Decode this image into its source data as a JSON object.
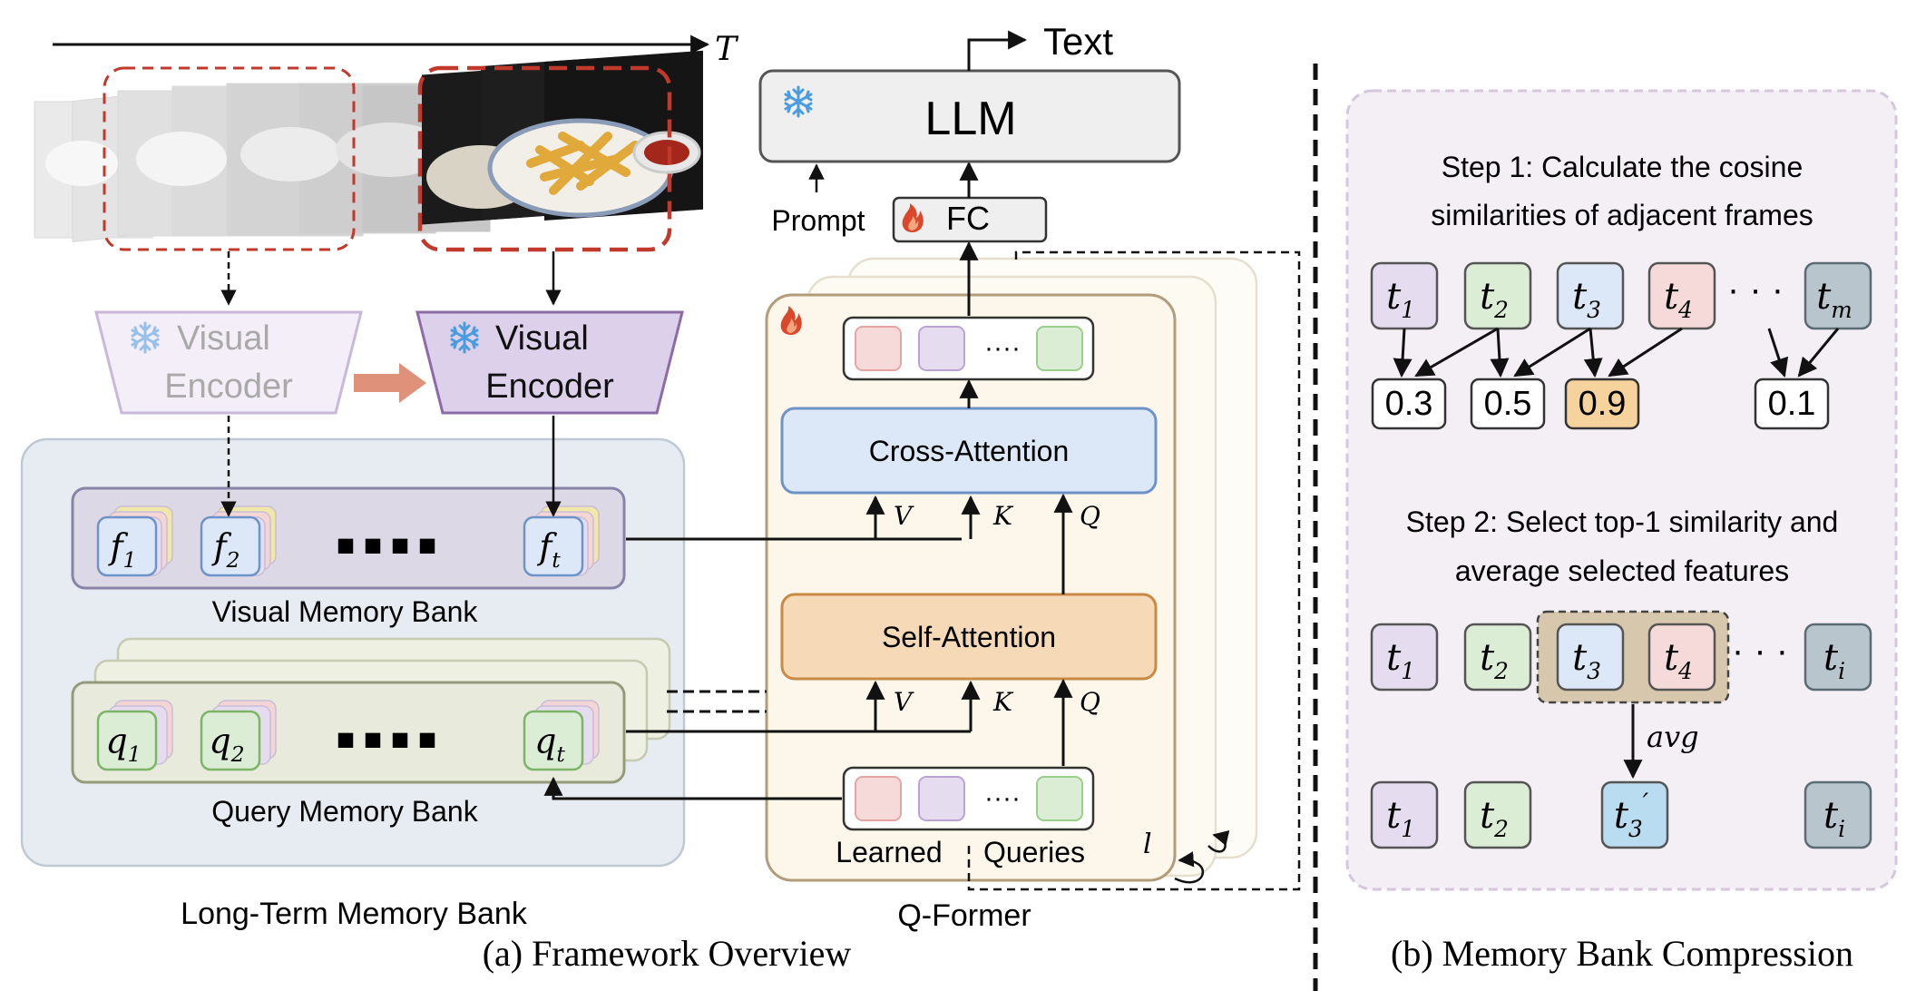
{
  "timeline": {
    "axis_label": "T"
  },
  "llm": {
    "label": "LLM",
    "output_label": "Text",
    "prompt_label": "Prompt"
  },
  "fc": {
    "label": "FC"
  },
  "encoders": {
    "frozen_label_1": "Visual",
    "frozen_label_2": "Encoder",
    "active_label_1": "Visual",
    "active_label_2": "Encoder"
  },
  "visual_bank": {
    "label": "Visual Memory Bank",
    "items": [
      "f",
      "f",
      "f"
    ],
    "subs": [
      "1",
      "2",
      "t"
    ],
    "ellipsis": "■ ■ ■ ■"
  },
  "query_bank": {
    "label": "Query Memory Bank",
    "items": [
      "q",
      "q",
      "q"
    ],
    "subs": [
      "1",
      "2",
      "t"
    ],
    "ellipsis": "■ ■ ■ ■"
  },
  "long_term": {
    "label": "Long-Term Memory Bank"
  },
  "qformer": {
    "label": "Q-Former",
    "cross_attention": "Cross-Attention",
    "self_attention": "Self-Attention",
    "learned_queries_1": "Learned",
    "learned_queries_2": "Queries",
    "layer_symbol": "l",
    "v": "V",
    "k": "K",
    "q": "Q",
    "dots": "····"
  },
  "captions": {
    "a": "(a) Framework Overview",
    "b": "(b) Memory Bank Compression"
  },
  "compression": {
    "step1_line1": "Step 1: Calculate the cosine",
    "step1_line2": "similarities of adjacent frames",
    "step2_line1": "Step 2: Select top-1 similarity and",
    "step2_line2": "average selected features",
    "row1": [
      {
        "t": "t",
        "sub": "1",
        "color": "#e6dcef"
      },
      {
        "t": "t",
        "sub": "2",
        "color": "#dcedd5"
      },
      {
        "t": "t",
        "sub": "3",
        "color": "#dce8f8"
      },
      {
        "t": "t",
        "sub": "4",
        "color": "#f6dada"
      },
      {
        "t": "t",
        "sub": "m",
        "color": "#b9c5cc"
      }
    ],
    "similarities": [
      "0.3",
      "0.5",
      "0.9",
      "0.1"
    ],
    "row2": [
      {
        "t": "t",
        "sub": "1",
        "color": "#e6dcef"
      },
      {
        "t": "t",
        "sub": "2",
        "color": "#dcedd5"
      },
      {
        "t": "t",
        "sub": "3",
        "color": "#dce8f8"
      },
      {
        "t": "t",
        "sub": "4",
        "color": "#f6dada"
      },
      {
        "t": "t",
        "sub": "i",
        "color": "#b9c5cc"
      }
    ],
    "avg_label": "avg",
    "row3": [
      {
        "t": "t",
        "sub": "1",
        "color": "#e6dcef"
      },
      {
        "t": "t",
        "sub": "2",
        "color": "#dcedd5"
      },
      {
        "t": "t",
        "sub": "3",
        "prime": "′",
        "color": "#b9dcf0"
      },
      {
        "t": "t",
        "sub": "i",
        "color": "#b9c5cc"
      }
    ],
    "dots": "· · ·"
  },
  "colors": {
    "red_dash": "#c0392b",
    "snowflake": "#4a9be0",
    "fire": "#d9482b",
    "llm_fill": "#efefef",
    "qformer_fill": "#fdf6ea",
    "cross_fill": "#dce8f8",
    "self_fill": "#f6d9b7",
    "memory_bank_fill": "#e7ecf2",
    "visual_bank_fill": "#dcd8e6",
    "query_bank_fill": "#e8ebdc",
    "compression_fill": "#f3eff5",
    "highlight": "#f6d39c"
  },
  "icons": [
    "snowflake-icon",
    "fire-icon"
  ]
}
